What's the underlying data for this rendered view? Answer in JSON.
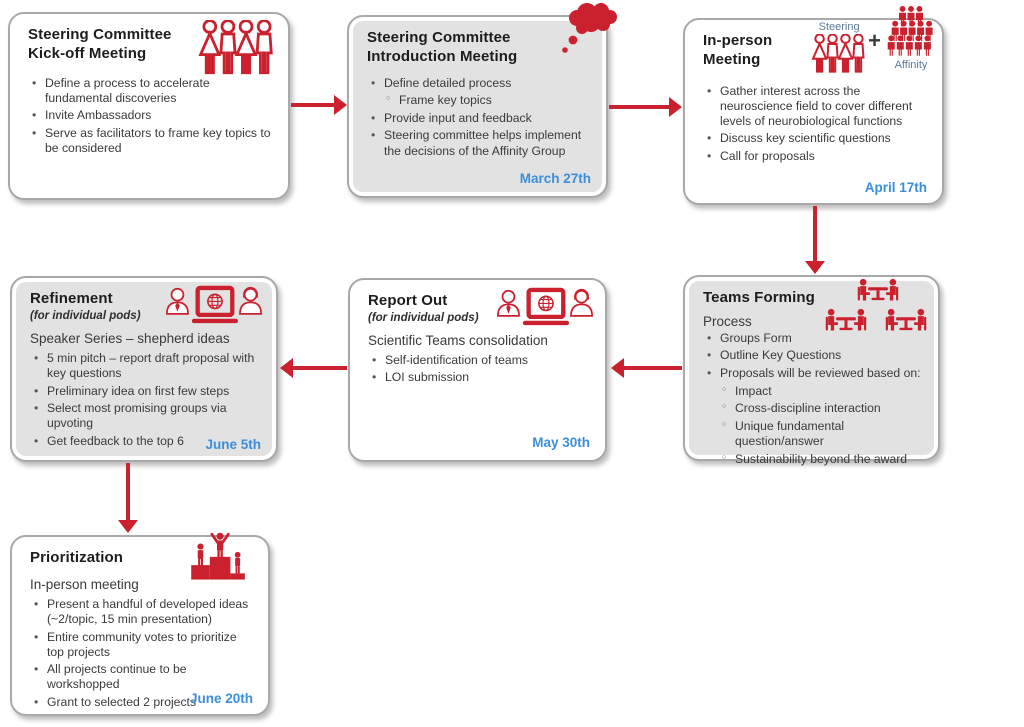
{
  "palette": {
    "red": "#CB202D",
    "blue": "#3B8EDA",
    "graybox": "#E2E2E2",
    "slate": "#5C7C99"
  },
  "boxes": {
    "kickoff": {
      "title": "Steering Committee\nKick-off Meeting",
      "icon": "people-group-icon",
      "bullets": [
        {
          "t": "Define a process to accelerate fundamental discoveries",
          "l": 1
        },
        {
          "t": "Invite Ambassadors",
          "l": 1
        },
        {
          "t": "Serve as facilitators to frame key topics to be considered",
          "l": 1
        }
      ]
    },
    "introduction": {
      "title": "Steering Committee\nIntroduction Meeting",
      "icon": "thought-bubble-icon",
      "date": "March 27th",
      "bullets": [
        {
          "t": "Define detailed process",
          "l": 1
        },
        {
          "t": "Frame key topics",
          "l": 2
        },
        {
          "t": "Provide input and feedback",
          "l": 1
        },
        {
          "t": "Steering committee helps implement the decisions of the Affinity Group",
          "l": 1
        }
      ]
    },
    "inperson": {
      "title": "In-person\nMeeting",
      "steering_label": "Steering",
      "plus": "+",
      "affinity_label": "Affinity",
      "date": "April 17th",
      "bullets": [
        {
          "t": "Gather interest across the neuroscience field to cover different levels of neurobiological functions",
          "l": 1
        },
        {
          "t": "Discuss key scientific questions",
          "l": 1
        },
        {
          "t": "Call for proposals",
          "l": 1
        }
      ]
    },
    "teams": {
      "title": "Teams Forming",
      "lead": "Process",
      "icon": "meeting-tables-icon",
      "bullets": [
        {
          "t": "Groups Form",
          "l": 1
        },
        {
          "t": "Outline Key Questions",
          "l": 1
        },
        {
          "t": "Proposals will be reviewed based on:",
          "l": 1
        },
        {
          "t": "Impact",
          "l": 2
        },
        {
          "t": "Cross-discipline interaction",
          "l": 2
        },
        {
          "t": "Unique fundamental question/answer",
          "l": 2
        },
        {
          "t": "Sustainability beyond the award",
          "l": 2
        }
      ]
    },
    "report": {
      "title": "Report Out",
      "subtitle": "(for individual pods)",
      "lead": "Scientific Teams consolidation",
      "icon": "people-laptop-icon",
      "date": "May 30th",
      "bullets": [
        {
          "t": "Self-identification of teams",
          "l": 1
        },
        {
          "t": "LOI submission",
          "l": 1
        }
      ]
    },
    "refinement": {
      "title": "Refinement",
      "subtitle": "(for individual pods)",
      "lead": "Speaker Series – shepherd ideas",
      "icon": "people-laptop-icon",
      "date": "June 5th",
      "bullets": [
        {
          "t": "5 min pitch – report draft proposal with key questions",
          "l": 1
        },
        {
          "t": "Preliminary idea on first few steps",
          "l": 1
        },
        {
          "t": "Select most promising groups via upvoting",
          "l": 1
        },
        {
          "t": "Get feedback to the top 6",
          "l": 1
        }
      ]
    },
    "prioritization": {
      "title": "Prioritization",
      "lead": "In-person meeting",
      "icon": "podium-winner-icon",
      "date": "June 20th",
      "bullets": [
        {
          "t": "Present a handful of developed ideas (~2/topic, 15 min presentation)",
          "l": 1
        },
        {
          "t": "Entire community votes to prioritize top projects",
          "l": 1
        },
        {
          "t": "All projects continue to be workshopped",
          "l": 1
        },
        {
          "t": "Grant to selected 2 projects",
          "l": 1
        }
      ]
    }
  }
}
